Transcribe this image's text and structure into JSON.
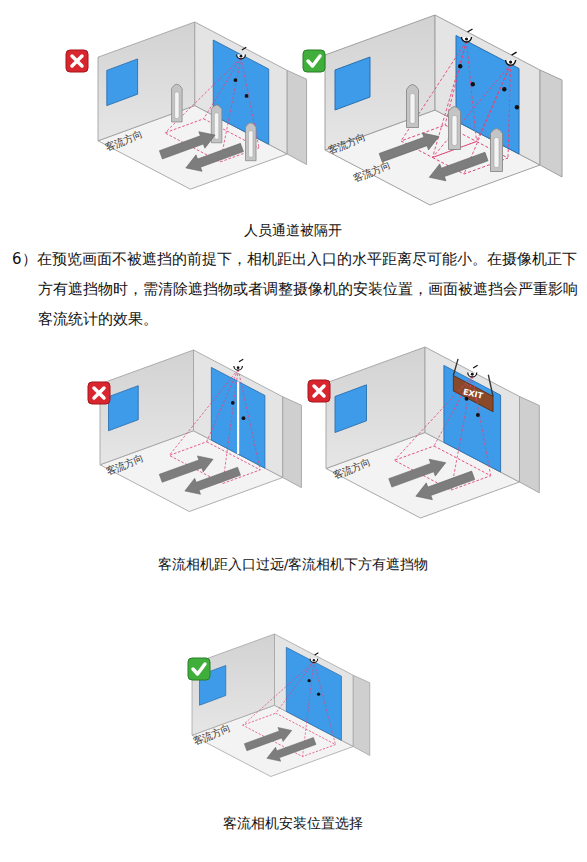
{
  "diagram": {
    "labels": [
      "客流方向",
      "客流方向",
      "客流方向",
      "人员通道被隔开",
      "6）在预览画面不被遮挡的前提下，相机距出入口的水平距离尽可能小。在摄像机正下方有遮挡物时，需清除遮挡物或者调整摄像机的安装位置，画面被遮挡会严重影响客流统计的效果。",
      "客流方向",
      "EXIT",
      "客流方向",
      "客流相机距入口过远/客流相机下方有遮挡物",
      "客流方向",
      "客流相机安装位置选择"
    ]
  }
}
